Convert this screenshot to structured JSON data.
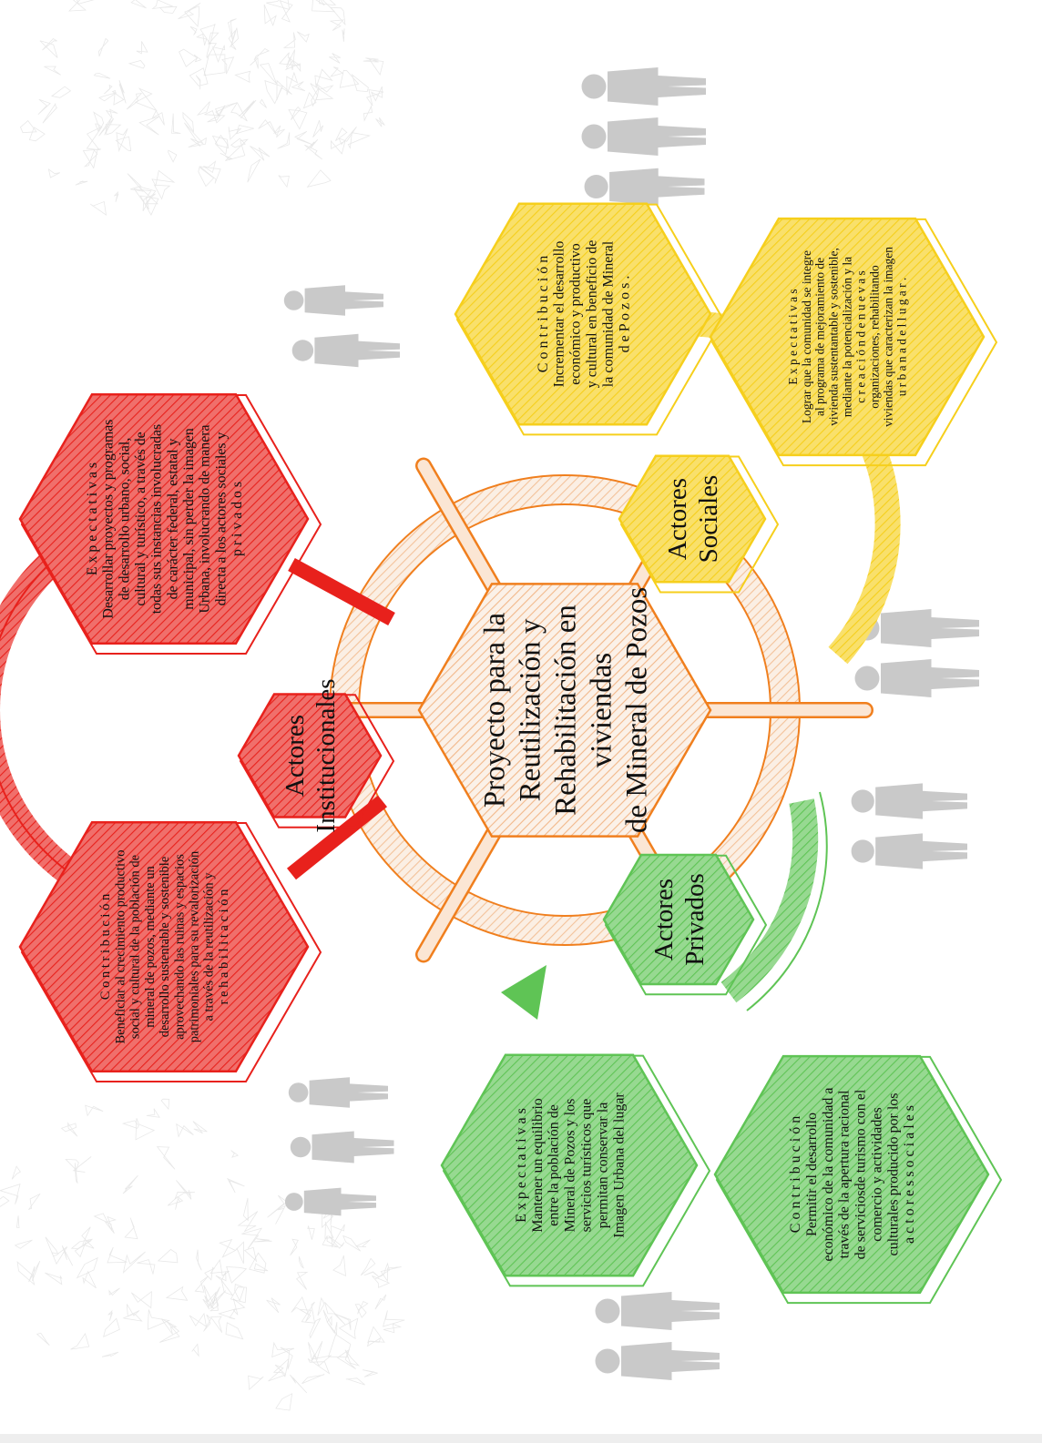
{
  "diagram": {
    "center": {
      "lines": [
        "Proyecto para la",
        "Reutilización y",
        "Rehabilitación en",
        "viviendas",
        "de Mineral de Pozos"
      ]
    },
    "groups": [
      {
        "id": "institucionales",
        "color": "#e8211c",
        "hub_lines": [
          "Actores",
          "Institucionales"
        ],
        "cards": [
          {
            "kind": "expectativas",
            "heading": "E x p e c t a t i v a s",
            "lines": [
              "Desarrollar proyectos y programas",
              "de desarrollo urbano, social,",
              "cultural y turístico, a través de",
              "todas sus instancias involucradas",
              "de carácter federal, estatal y",
              "municipal, sin perder la imagen",
              "Urbana, involucrando de manera",
              "directa a los actores sociales y",
              "p r i v a d o s"
            ]
          },
          {
            "kind": "contribucion",
            "heading": "C o n t r i b u c i ó n",
            "lines": [
              "Beneficiar al crecimiento productivo",
              "social y cultural de la población de",
              "mineral de pozos, mediante un",
              "desarrollo sustentable y sostenible",
              "aprovechando las ruinas y espacios",
              "patrimoniales para su revalorización",
              "a través de la reutilización y",
              "r e h a b i l i t a c i ó n"
            ]
          }
        ]
      },
      {
        "id": "sociales",
        "color": "#f6cf1c",
        "hub_lines": [
          "Actores",
          "Sociales"
        ],
        "cards": [
          {
            "kind": "contribucion",
            "heading": "C o n t r i b u c i ó n",
            "lines": [
              "Incrementar el desarrollo",
              "económico y productivo",
              "y cultural en beneficio de",
              "la comunidad de Mineral",
              "d e   P o z o s ."
            ]
          },
          {
            "kind": "expectativas",
            "heading": "E x p e c t a t i v a s",
            "lines": [
              "Lograr que la comunidad se integre",
              "al programa de mejoramiento de",
              "vivienda sustentantable y sostenible,",
              "mediante la potencialización y la",
              "c r e a c i ó n   d e   n u e v a s",
              "organizaciones, rehabilitando",
              "viviendas que caracterizan la imagen",
              "u r b a n a   d e l   l u g a r ."
            ]
          }
        ]
      },
      {
        "id": "privados",
        "color": "#5fc455",
        "hub_lines": [
          "Actores",
          "Privados"
        ],
        "cards": [
          {
            "kind": "expectativas",
            "heading": "E x p e c t a t i v a s",
            "lines": [
              "Mantener un equilibrio",
              "entre la población de",
              "Mineral de Pozos y los",
              "servicios turísticos que",
              "permitan conservar la",
              "Imagen Urbana del lugar"
            ]
          },
          {
            "kind": "contribucion",
            "heading": "C o n t r i b u c i ó n",
            "lines": [
              "Permitir el desarrollo",
              "económico de la comunidad a",
              "través de la apertura racional",
              "de serviciosde turismo con el",
              "comercio y actividades",
              "culturales producido por los",
              "a c t o r e s   s o c i a l e s"
            ]
          }
        ]
      }
    ]
  }
}
